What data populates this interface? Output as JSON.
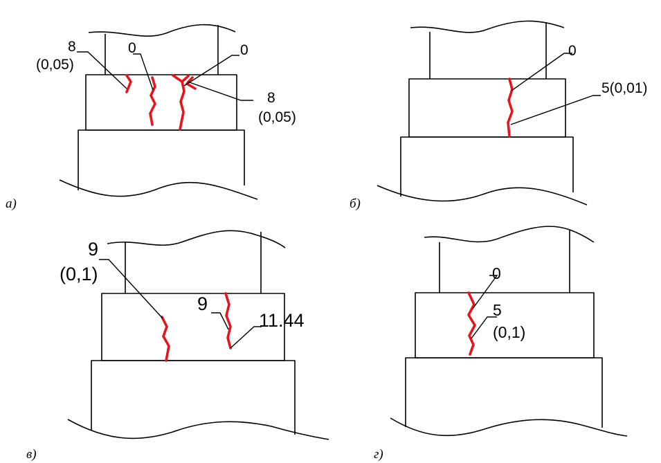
{
  "colors": {
    "outline": "#000000",
    "crack": "#e8141b",
    "background": "#ffffff"
  },
  "panels": [
    {
      "caption": "а)",
      "labels": [
        "8",
        "(0,05)",
        "0",
        "0",
        "8",
        "(0,05)"
      ]
    },
    {
      "caption": "б)",
      "labels": [
        "0",
        "5(0,01)"
      ]
    },
    {
      "caption": "в)",
      "labels": [
        "9",
        "(0,1)",
        "9",
        "11.44"
      ]
    },
    {
      "caption": "г)",
      "labels": [
        "0",
        "5",
        "(0,1)"
      ]
    }
  ]
}
